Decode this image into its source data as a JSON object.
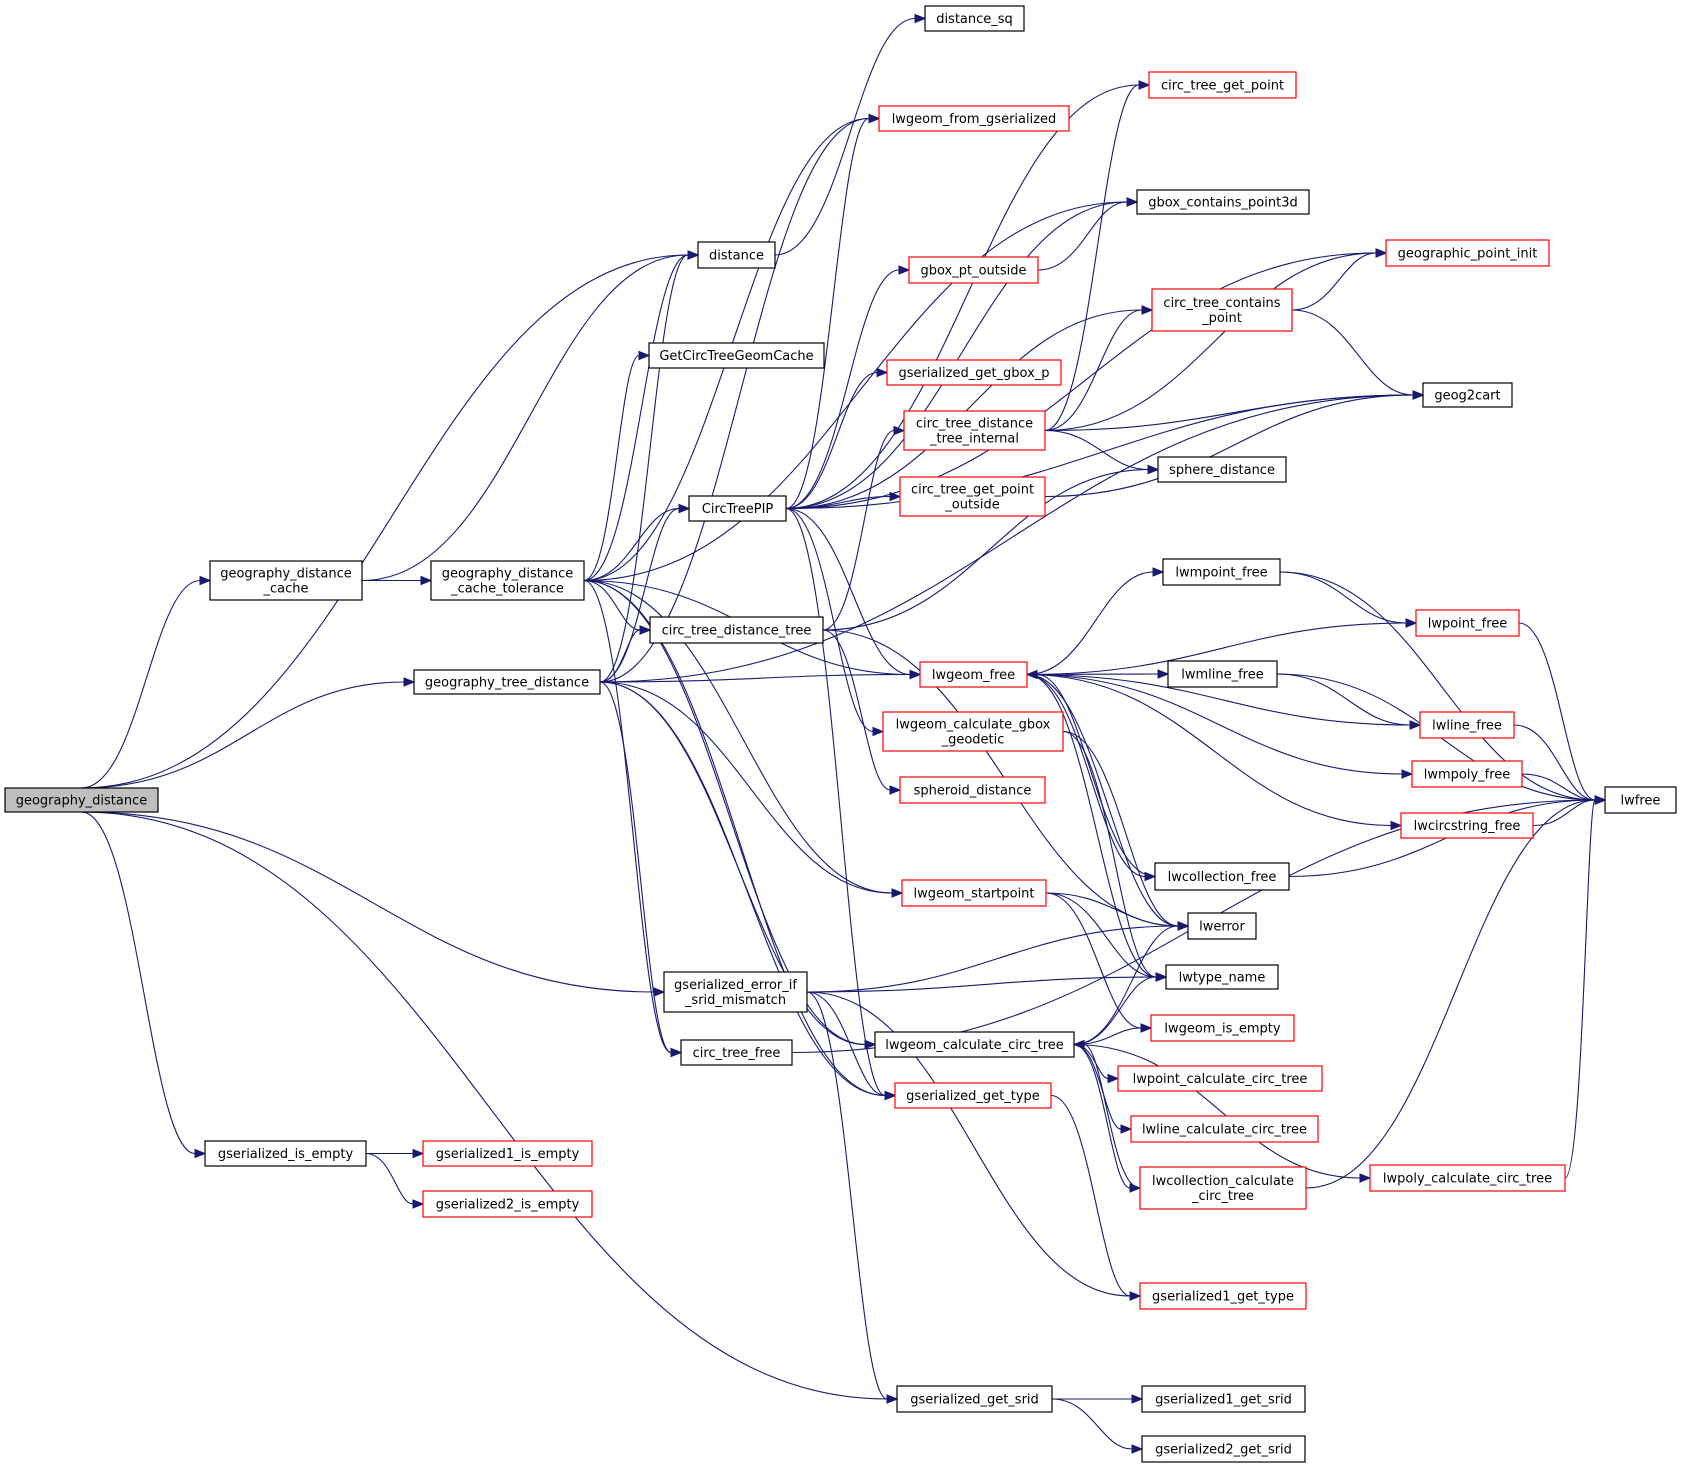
{
  "graph": {
    "title": "Call graph of geography_distance",
    "colors": {
      "edge": "#191970",
      "node_border": "#000000",
      "node_border_undocumented": "#ff0000",
      "root_fill": "#bfbfbf",
      "node_fill": "#ffffff"
    },
    "nodes": [
      {
        "id": "geography_distance",
        "lines": [
          "geography_distance"
        ],
        "root": true,
        "red": false
      },
      {
        "id": "geography_distance_cache",
        "lines": [
          "geography_distance",
          "_cache"
        ],
        "red": false
      },
      {
        "id": "geography_distance_cache_tolerance",
        "lines": [
          "geography_distance",
          "_cache_tolerance"
        ],
        "red": false
      },
      {
        "id": "geography_tree_distance",
        "lines": [
          "geography_tree_distance"
        ],
        "red": false
      },
      {
        "id": "distance",
        "lines": [
          "distance"
        ],
        "red": false
      },
      {
        "id": "distance_sq",
        "lines": [
          "distance_sq"
        ],
        "red": false
      },
      {
        "id": "circ_tree_get_point",
        "lines": [
          "circ_tree_get_point"
        ],
        "red": true
      },
      {
        "id": "lwgeom_from_gserialized",
        "lines": [
          "lwgeom_from_gserialized"
        ],
        "red": true
      },
      {
        "id": "gbox_contains_point3d",
        "lines": [
          "gbox_contains_point3d"
        ],
        "red": false
      },
      {
        "id": "geographic_point_init",
        "lines": [
          "geographic_point_init"
        ],
        "red": true
      },
      {
        "id": "gbox_pt_outside",
        "lines": [
          "gbox_pt_outside"
        ],
        "red": true
      },
      {
        "id": "circ_tree_contains_point",
        "lines": [
          "circ_tree_contains",
          "_point"
        ],
        "red": true
      },
      {
        "id": "GetCircTreeGeomCache",
        "lines": [
          "GetCircTreeGeomCache"
        ],
        "red": false
      },
      {
        "id": "gserialized_get_gbox_p",
        "lines": [
          "gserialized_get_gbox_p"
        ],
        "red": true
      },
      {
        "id": "geog2cart",
        "lines": [
          "geog2cart"
        ],
        "red": false
      },
      {
        "id": "circ_tree_distance_tree_internal",
        "lines": [
          "circ_tree_distance",
          "_tree_internal"
        ],
        "red": true
      },
      {
        "id": "sphere_distance",
        "lines": [
          "sphere_distance"
        ],
        "red": false
      },
      {
        "id": "circ_tree_get_point_outside",
        "lines": [
          "circ_tree_get_point",
          "_outside"
        ],
        "red": true
      },
      {
        "id": "CircTreePIP",
        "lines": [
          "CircTreePIP"
        ],
        "red": false
      },
      {
        "id": "lwmpoint_free",
        "lines": [
          "lwmpoint_free"
        ],
        "red": false
      },
      {
        "id": "lwpoint_free",
        "lines": [
          "lwpoint_free"
        ],
        "red": true
      },
      {
        "id": "circ_tree_distance_tree",
        "lines": [
          "circ_tree_distance_tree"
        ],
        "red": false
      },
      {
        "id": "lwgeom_free",
        "lines": [
          "lwgeom_free"
        ],
        "red": true
      },
      {
        "id": "lwmline_free",
        "lines": [
          "lwmline_free"
        ],
        "red": false
      },
      {
        "id": "lwline_free",
        "lines": [
          "lwline_free"
        ],
        "red": true
      },
      {
        "id": "lwgeom_calculate_gbox_geodetic",
        "lines": [
          "lwgeom_calculate_gbox",
          "_geodetic"
        ],
        "red": true
      },
      {
        "id": "lwmpoly_free",
        "lines": [
          "lwmpoly_free"
        ],
        "red": true
      },
      {
        "id": "lwfree",
        "lines": [
          "lwfree"
        ],
        "red": false
      },
      {
        "id": "spheroid_distance",
        "lines": [
          "spheroid_distance"
        ],
        "red": true
      },
      {
        "id": "lwcircstring_free",
        "lines": [
          "lwcircstring_free"
        ],
        "red": true
      },
      {
        "id": "lwcollection_free",
        "lines": [
          "lwcollection_free"
        ],
        "red": false
      },
      {
        "id": "lwgeom_startpoint",
        "lines": [
          "lwgeom_startpoint"
        ],
        "red": true
      },
      {
        "id": "lwerror",
        "lines": [
          "lwerror"
        ],
        "red": false
      },
      {
        "id": "lwtype_name",
        "lines": [
          "lwtype_name"
        ],
        "red": false
      },
      {
        "id": "gserialized_error_if_srid_mismatch",
        "lines": [
          "gserialized_error_if",
          "_srid_mismatch"
        ],
        "red": false
      },
      {
        "id": "lwgeom_is_empty",
        "lines": [
          "lwgeom_is_empty"
        ],
        "red": true
      },
      {
        "id": "lwgeom_calculate_circ_tree",
        "lines": [
          "lwgeom_calculate_circ_tree"
        ],
        "red": false
      },
      {
        "id": "circ_tree_free",
        "lines": [
          "circ_tree_free"
        ],
        "red": false
      },
      {
        "id": "lwpoint_calculate_circ_tree",
        "lines": [
          "lwpoint_calculate_circ_tree"
        ],
        "red": true
      },
      {
        "id": "gserialized_get_type",
        "lines": [
          "gserialized_get_type"
        ],
        "red": true
      },
      {
        "id": "lwline_calculate_circ_tree",
        "lines": [
          "lwline_calculate_circ_tree"
        ],
        "red": true
      },
      {
        "id": "gserialized_is_empty",
        "lines": [
          "gserialized_is_empty"
        ],
        "red": false
      },
      {
        "id": "gserialized1_is_empty",
        "lines": [
          "gserialized1_is_empty"
        ],
        "red": true
      },
      {
        "id": "lwcollection_calculate_circ_tree",
        "lines": [
          "lwcollection_calculate",
          "_circ_tree"
        ],
        "red": true
      },
      {
        "id": "lwpoly_calculate_circ_tree",
        "lines": [
          "lwpoly_calculate_circ_tree"
        ],
        "red": true
      },
      {
        "id": "gserialized2_is_empty",
        "lines": [
          "gserialized2_is_empty"
        ],
        "red": true
      },
      {
        "id": "gserialized1_get_type",
        "lines": [
          "gserialized1_get_type"
        ],
        "red": true
      },
      {
        "id": "gserialized_get_srid",
        "lines": [
          "gserialized_get_srid"
        ],
        "red": false
      },
      {
        "id": "gserialized1_get_srid",
        "lines": [
          "gserialized1_get_srid"
        ],
        "red": false
      },
      {
        "id": "gserialized2_get_srid",
        "lines": [
          "gserialized2_get_srid"
        ],
        "red": false
      }
    ],
    "edges": [
      [
        "geography_distance",
        "geography_distance_cache"
      ],
      [
        "geography_distance",
        "geography_tree_distance"
      ],
      [
        "geography_distance",
        "distance"
      ],
      [
        "geography_distance",
        "gserialized_error_if_srid_mismatch"
      ],
      [
        "geography_distance",
        "gserialized_is_empty"
      ],
      [
        "geography_distance",
        "gserialized_get_srid"
      ],
      [
        "geography_distance_cache",
        "geography_distance_cache_tolerance"
      ],
      [
        "geography_distance_cache",
        "distance"
      ],
      [
        "geography_distance_cache_tolerance",
        "distance"
      ],
      [
        "geography_distance_cache_tolerance",
        "GetCircTreeGeomCache"
      ],
      [
        "geography_distance_cache_tolerance",
        "CircTreePIP"
      ],
      [
        "geography_distance_cache_tolerance",
        "circ_tree_distance_tree"
      ],
      [
        "geography_distance_cache_tolerance",
        "lwgeom_from_gserialized"
      ],
      [
        "geography_distance_cache_tolerance",
        "gbox_contains_point3d"
      ],
      [
        "geography_distance_cache_tolerance",
        "lwgeom_free"
      ],
      [
        "geography_distance_cache_tolerance",
        "lwgeom_startpoint"
      ],
      [
        "geography_distance_cache_tolerance",
        "lwgeom_calculate_circ_tree"
      ],
      [
        "geography_distance_cache_tolerance",
        "circ_tree_free"
      ],
      [
        "geography_distance_cache_tolerance",
        "gserialized_get_type"
      ],
      [
        "geography_tree_distance",
        "distance"
      ],
      [
        "geography_tree_distance",
        "CircTreePIP"
      ],
      [
        "geography_tree_distance",
        "circ_tree_distance_tree"
      ],
      [
        "geography_tree_distance",
        "lwgeom_from_gserialized"
      ],
      [
        "geography_tree_distance",
        "geog2cart"
      ],
      [
        "geography_tree_distance",
        "lwgeom_free"
      ],
      [
        "geography_tree_distance",
        "lwgeom_startpoint"
      ],
      [
        "geography_tree_distance",
        "lwgeom_calculate_circ_tree"
      ],
      [
        "geography_tree_distance",
        "circ_tree_free"
      ],
      [
        "geography_tree_distance",
        "gserialized_get_type"
      ],
      [
        "distance",
        "distance_sq"
      ],
      [
        "CircTreePIP",
        "circ_tree_get_point"
      ],
      [
        "CircTreePIP",
        "lwgeom_from_gserialized"
      ],
      [
        "CircTreePIP",
        "gbox_contains_point3d"
      ],
      [
        "CircTreePIP",
        "geographic_point_init"
      ],
      [
        "CircTreePIP",
        "gbox_pt_outside"
      ],
      [
        "CircTreePIP",
        "circ_tree_contains_point"
      ],
      [
        "CircTreePIP",
        "gserialized_get_gbox_p"
      ],
      [
        "CircTreePIP",
        "geog2cart"
      ],
      [
        "CircTreePIP",
        "circ_tree_get_point_outside"
      ],
      [
        "CircTreePIP",
        "lwgeom_free"
      ],
      [
        "CircTreePIP",
        "lwgeom_calculate_gbox_geodetic"
      ],
      [
        "CircTreePIP",
        "gserialized_get_type"
      ],
      [
        "gbox_pt_outside",
        "gbox_contains_point3d"
      ],
      [
        "circ_tree_contains_point",
        "geographic_point_init"
      ],
      [
        "circ_tree_contains_point",
        "geog2cart"
      ],
      [
        "circ_tree_distance_tree",
        "circ_tree_distance_tree_internal"
      ],
      [
        "circ_tree_distance_tree",
        "sphere_distance"
      ],
      [
        "circ_tree_distance_tree",
        "spheroid_distance"
      ],
      [
        "circ_tree_distance_tree",
        "lwerror"
      ],
      [
        "circ_tree_distance_tree_internal",
        "circ_tree_get_point"
      ],
      [
        "circ_tree_distance_tree_internal",
        "geographic_point_init"
      ],
      [
        "circ_tree_distance_tree_internal",
        "circ_tree_contains_point"
      ],
      [
        "circ_tree_distance_tree_internal",
        "geog2cart"
      ],
      [
        "circ_tree_distance_tree_internal",
        "sphere_distance"
      ],
      [
        "circ_tree_get_point_outside",
        "geog2cart"
      ],
      [
        "lwgeom_free",
        "lwmpoint_free"
      ],
      [
        "lwgeom_free",
        "lwpoint_free"
      ],
      [
        "lwgeom_free",
        "lwmline_free"
      ],
      [
        "lwgeom_free",
        "lwline_free"
      ],
      [
        "lwgeom_free",
        "lwmpoly_free"
      ],
      [
        "lwgeom_free",
        "lwcircstring_free"
      ],
      [
        "lwgeom_free",
        "lwcollection_free"
      ],
      [
        "lwgeom_free",
        "lwerror"
      ],
      [
        "lwgeom_free",
        "lwtype_name"
      ],
      [
        "lwmpoint_free",
        "lwpoint_free"
      ],
      [
        "lwmpoint_free",
        "lwfree"
      ],
      [
        "lwpoint_free",
        "lwfree"
      ],
      [
        "lwmline_free",
        "lwline_free"
      ],
      [
        "lwmline_free",
        "lwfree"
      ],
      [
        "lwline_free",
        "lwfree"
      ],
      [
        "lwmpoly_free",
        "lwfree"
      ],
      [
        "lwcircstring_free",
        "lwfree"
      ],
      [
        "lwcollection_free",
        "lwgeom_free"
      ],
      [
        "lwcollection_free",
        "lwfree"
      ],
      [
        "lwgeom_calculate_gbox_geodetic",
        "lwerror"
      ],
      [
        "lwgeom_calculate_gbox_geodetic",
        "lwtype_name"
      ],
      [
        "lwgeom_startpoint",
        "lwerror"
      ],
      [
        "lwgeom_startpoint",
        "lwtype_name"
      ],
      [
        "lwgeom_startpoint",
        "lwgeom_is_empty"
      ],
      [
        "gserialized_error_if_srid_mismatch",
        "lwerror"
      ],
      [
        "gserialized_error_if_srid_mismatch",
        "lwtype_name"
      ],
      [
        "gserialized_error_if_srid_mismatch",
        "gserialized_get_type"
      ],
      [
        "gserialized_error_if_srid_mismatch",
        "gserialized_get_srid"
      ],
      [
        "gserialized_error_if_srid_mismatch",
        "gserialized1_get_type"
      ],
      [
        "lwgeom_calculate_circ_tree",
        "lwerror"
      ],
      [
        "lwgeom_calculate_circ_tree",
        "lwtype_name"
      ],
      [
        "lwgeom_calculate_circ_tree",
        "lwgeom_is_empty"
      ],
      [
        "lwgeom_calculate_circ_tree",
        "lwpoint_calculate_circ_tree"
      ],
      [
        "lwgeom_calculate_circ_tree",
        "lwline_calculate_circ_tree"
      ],
      [
        "lwgeom_calculate_circ_tree",
        "lwcollection_calculate_circ_tree"
      ],
      [
        "lwgeom_calculate_circ_tree",
        "lwpoly_calculate_circ_tree"
      ],
      [
        "lwcollection_calculate_circ_tree",
        "lwgeom_calculate_circ_tree"
      ],
      [
        "lwcollection_calculate_circ_tree",
        "lwfree"
      ],
      [
        "lwpoly_calculate_circ_tree",
        "lwfree"
      ],
      [
        "circ_tree_free",
        "lwfree"
      ],
      [
        "gserialized_get_type",
        "gserialized1_get_type"
      ],
      [
        "gserialized_is_empty",
        "gserialized1_is_empty"
      ],
      [
        "gserialized_is_empty",
        "gserialized2_is_empty"
      ],
      [
        "gserialized_get_srid",
        "gserialized1_get_srid"
      ],
      [
        "gserialized_get_srid",
        "gserialized2_get_srid"
      ]
    ]
  }
}
